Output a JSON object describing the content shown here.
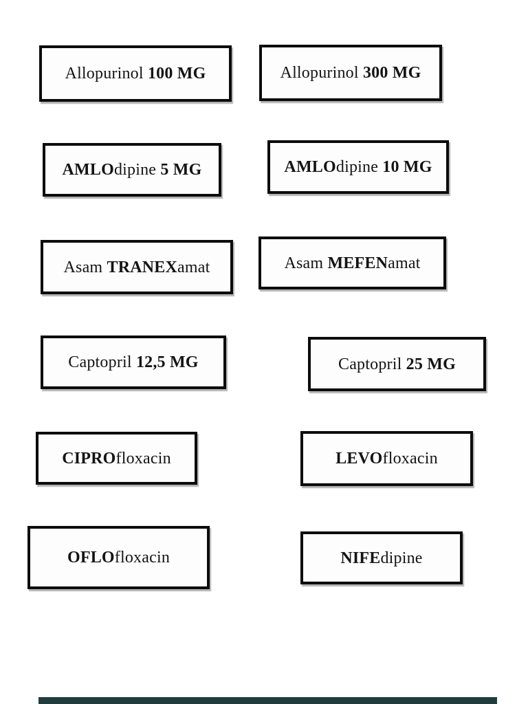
{
  "page": {
    "background": "#ffffff",
    "box_border_color": "#0c0c0c",
    "text_color": "#141414"
  },
  "boxes": [
    {
      "name": "allopurinol-100mg",
      "text": "Allopurinol 100 MG",
      "segments": [
        {
          "text": "Allopurinol ",
          "bold": false
        },
        {
          "text": "100 MG",
          "bold": true
        }
      ]
    },
    {
      "name": "allopurinol-300mg",
      "text": "Allopurinol 300 MG",
      "segments": [
        {
          "text": "Allopurinol ",
          "bold": false
        },
        {
          "text": "300 MG",
          "bold": true
        }
      ]
    },
    {
      "name": "amlodipine-5mg",
      "text": "AMLOdipine 5 MG",
      "segments": [
        {
          "text": "AMLO",
          "bold": true
        },
        {
          "text": "dipine ",
          "bold": false
        },
        {
          "text": "5 MG",
          "bold": true
        }
      ]
    },
    {
      "name": "amlodipine-10mg",
      "text": "AMLOdipine 10 MG",
      "segments": [
        {
          "text": "AMLO",
          "bold": true
        },
        {
          "text": "dipine ",
          "bold": false
        },
        {
          "text": "10 MG",
          "bold": true
        }
      ]
    },
    {
      "name": "asam-tranexamat",
      "text": "Asam TRANEXamat",
      "segments": [
        {
          "text": "Asam ",
          "bold": false
        },
        {
          "text": "TRANEX",
          "bold": true
        },
        {
          "text": "amat",
          "bold": false
        }
      ]
    },
    {
      "name": "asam-mefenamat",
      "text": "Asam MEFENamat",
      "segments": [
        {
          "text": "Asam ",
          "bold": false
        },
        {
          "text": "MEFEN",
          "bold": true
        },
        {
          "text": "amat",
          "bold": false
        }
      ]
    },
    {
      "name": "captopril-12-5mg",
      "text": "Captopril 12,5 MG",
      "segments": [
        {
          "text": "Captopril ",
          "bold": false
        },
        {
          "text": "12,5 MG",
          "bold": true
        }
      ]
    },
    {
      "name": "captopril-25mg",
      "text": "Captopril 25 MG",
      "segments": [
        {
          "text": "Captopril ",
          "bold": false
        },
        {
          "text": "25 MG",
          "bold": true
        }
      ]
    },
    {
      "name": "ciprofloxacin",
      "text": "CIPROfloxacin",
      "segments": [
        {
          "text": "CIPRO",
          "bold": true
        },
        {
          "text": "floxacin",
          "bold": false
        }
      ]
    },
    {
      "name": "levofloxacin",
      "text": "LEVOfloxacin",
      "segments": [
        {
          "text": "LEVO",
          "bold": true
        },
        {
          "text": "floxacin",
          "bold": false
        }
      ]
    },
    {
      "name": "oflofloxacin",
      "text": "OFLOfloxacin",
      "segments": [
        {
          "text": "OFLO",
          "bold": true
        },
        {
          "text": "floxacin",
          "bold": false
        }
      ]
    },
    {
      "name": "nifedipine",
      "text": "NIFEdipine",
      "segments": [
        {
          "text": "NIFE",
          "bold": true
        },
        {
          "text": "dipine",
          "bold": false
        }
      ]
    }
  ],
  "bottom_bar": {
    "color": "#213c3c"
  }
}
